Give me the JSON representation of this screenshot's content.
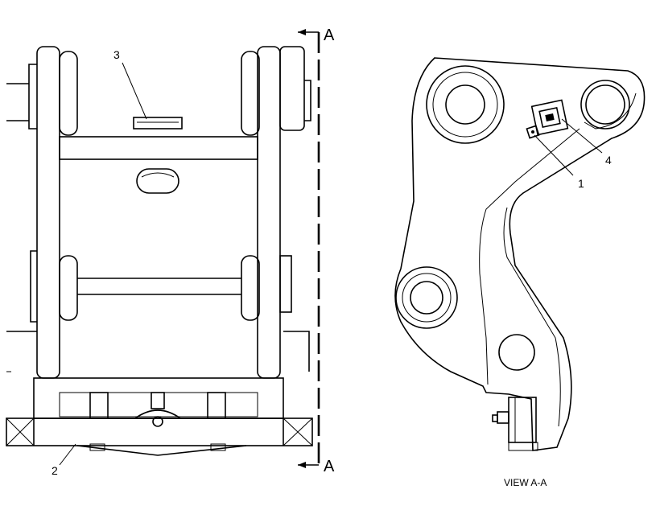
{
  "callouts": {
    "c1": "1",
    "c2": "2",
    "c3": "3",
    "c4": "4"
  },
  "section": {
    "top": "A",
    "bottom": "A"
  },
  "view_caption": "VIEW A-A"
}
